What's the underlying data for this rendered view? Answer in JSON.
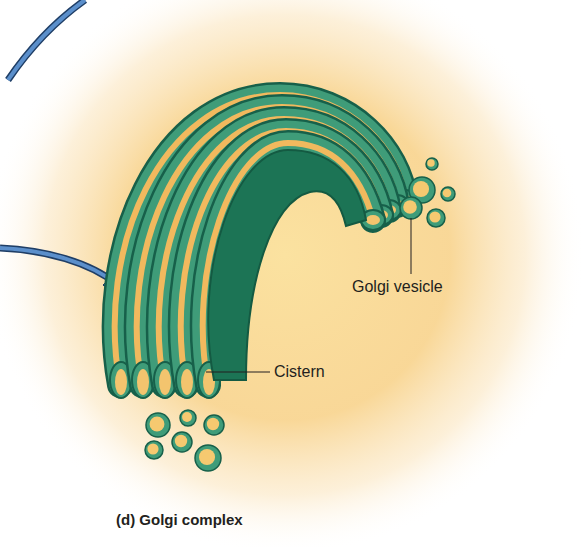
{
  "diagram": {
    "caption": "(d) Golgi complex",
    "labels": [
      "Golgi vesicle",
      "Cistern"
    ]
  }
}
